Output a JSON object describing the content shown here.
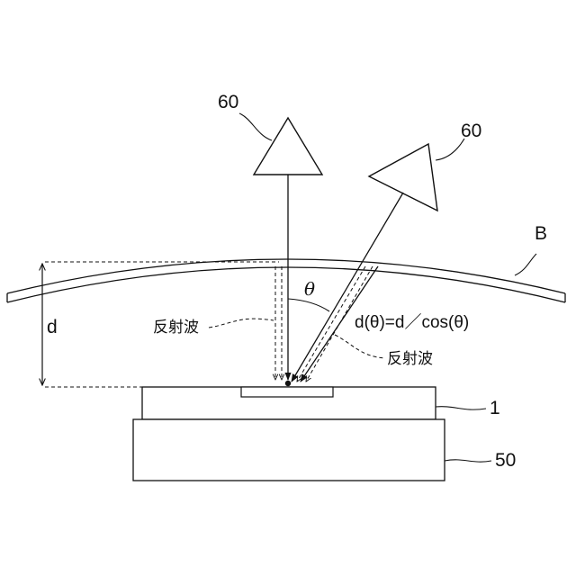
{
  "labels": {
    "sensor_left": "60",
    "sensor_right": "60",
    "cover": "B",
    "distance": "d",
    "angle": "θ",
    "formula": "d(θ)=d／cos(θ)",
    "reflected_wave_left": "反射波",
    "reflected_wave_right": "反射波",
    "device": "1",
    "base": "50"
  },
  "colors": {
    "line": "#111111",
    "background": "#ffffff"
  }
}
